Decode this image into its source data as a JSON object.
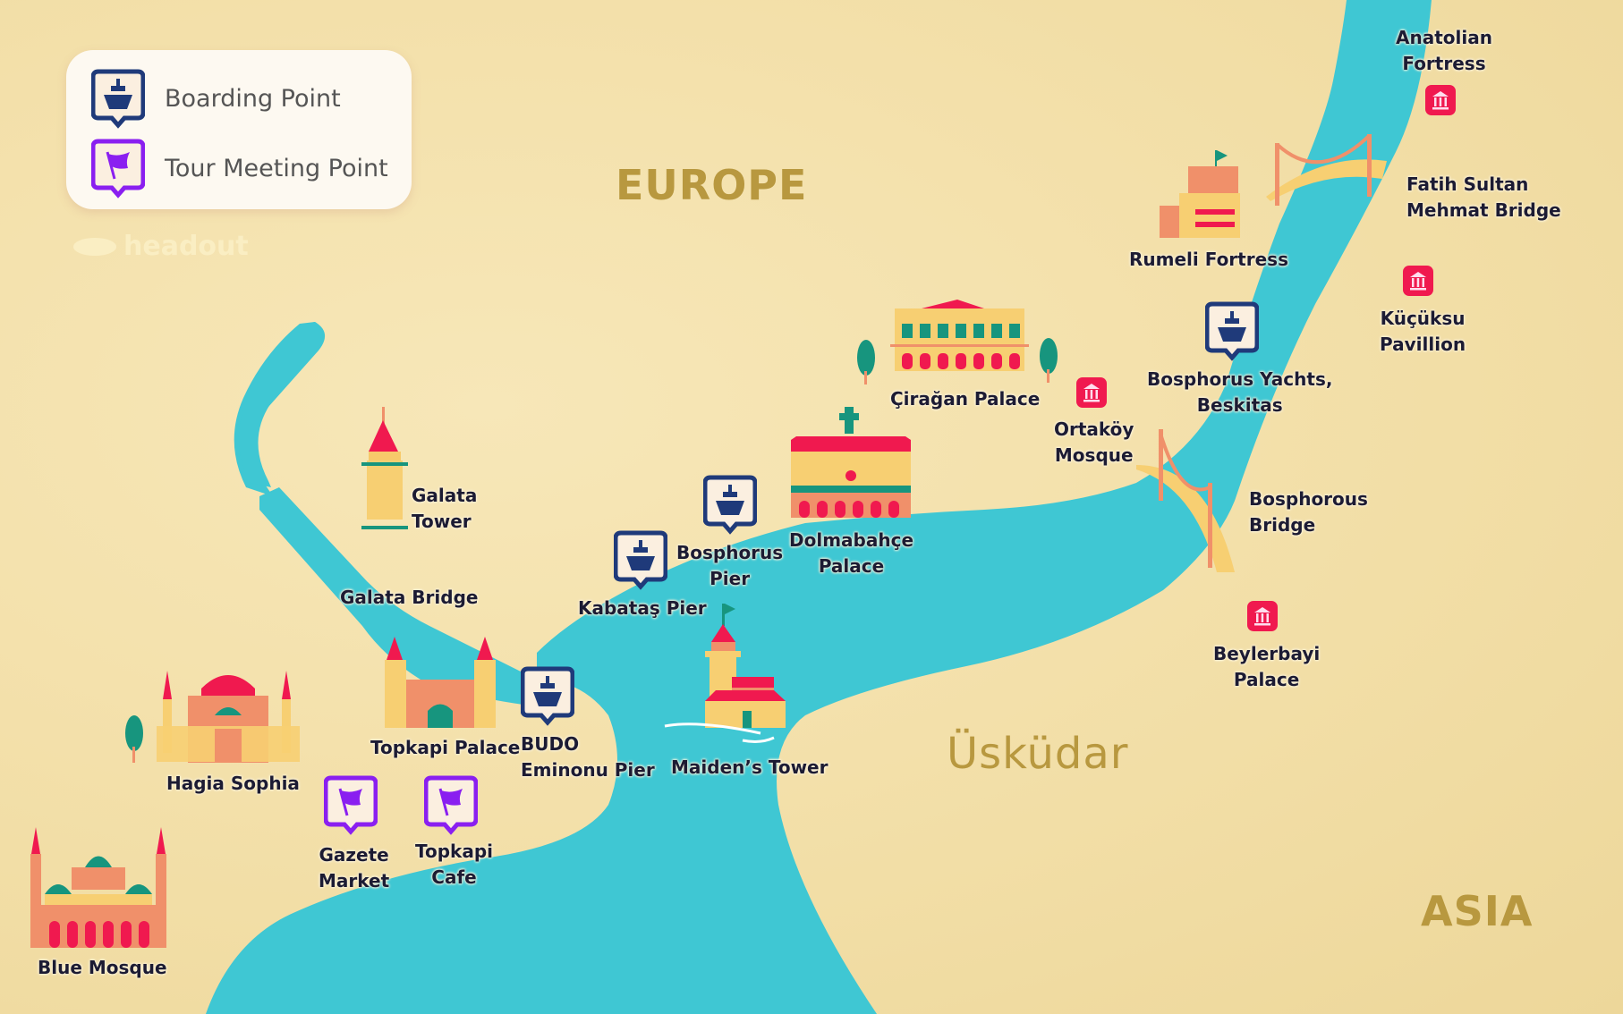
{
  "legend": {
    "items": [
      {
        "icon": "boarding-pin-icon",
        "label": "Boarding Point",
        "color": "#1f3a7a"
      },
      {
        "icon": "meeting-pin-icon",
        "label": "Tour Meeting Point",
        "color": "#8a1ff0"
      }
    ]
  },
  "watermark": "headout",
  "regions": {
    "europe": "EUROPE",
    "asia": "ASIA",
    "uskudar": "Üsküdar"
  },
  "colors": {
    "land": "#f3e0a8",
    "water": "#3fc7d3",
    "boarding": "#1f3a7a",
    "meeting": "#8a1ff0",
    "museum": "#f0194f",
    "region_text": "#b8983f"
  },
  "boarding_points": [
    {
      "name": "Kabataş  Pier"
    },
    {
      "name_line1": "Bosphorus",
      "name_line2": "Pier"
    },
    {
      "name_line1": "BUDO",
      "name_line2": "Eminonu Pier"
    },
    {
      "name_line1": "Bosphorus Yachts,",
      "name_line2": "Beskitas"
    }
  ],
  "meeting_points": [
    {
      "name_line1": "Gazete",
      "name_line2": "Market"
    },
    {
      "name_line1": "Topkapi",
      "name_line2": "Cafe"
    }
  ],
  "landmarks": {
    "galata_tower": {
      "line1": "Galata",
      "line2": "Tower"
    },
    "galata_bridge": "Galata Bridge",
    "topkapi_palace": "Topkapi Palace",
    "hagia_sophia": "Hagia Sophia",
    "blue_mosque": "Blue Mosque",
    "maidens_tower": "Maiden’s Tower",
    "dolmabahce": {
      "line1": "Dolmabahçe",
      "line2": "Palace"
    },
    "ciragan": "Çirağan Palace",
    "ortakoy": {
      "line1": "Ortaköy",
      "line2": "Mosque"
    },
    "rumeli": "Rumeli Fortress",
    "fatih_bridge": {
      "line1": "Fatih Sultan",
      "line2": "Mehmat Bridge"
    },
    "anatolian": {
      "line1": "Anatolian",
      "line2": "Fortress"
    },
    "kucuksu": {
      "line1": "Küçüksu",
      "line2": "Pavillion"
    },
    "bosphorus_bridge": {
      "line1": "Bosphorous",
      "line2": "Bridge"
    },
    "beylerbeyi": {
      "line1": "Beylerbayi",
      "line2": "Palace"
    }
  }
}
